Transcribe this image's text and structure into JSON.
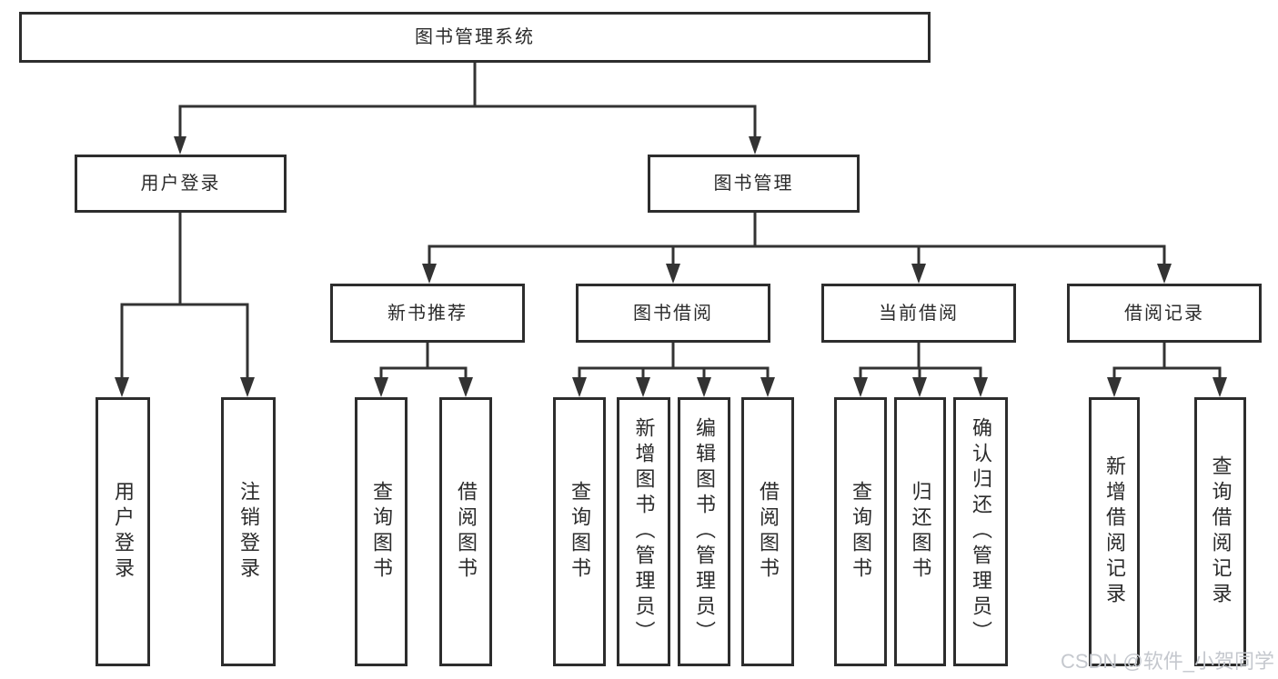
{
  "tree": {
    "root": "图书管理系统",
    "level2": [
      "用户登录",
      "图书管理"
    ],
    "level3": [
      "新书推荐",
      "图书借阅",
      "当前借阅",
      "借阅记录"
    ],
    "leaves": [
      [
        "用户登录",
        "注销登录"
      ],
      [
        "查询图书",
        "借阅图书"
      ],
      [
        "查询图书",
        "新增图书（管理员）",
        "编辑图书（管理员）",
        "借阅图书"
      ],
      [
        "查询图书",
        "归还图书",
        "确认归还（管理员）"
      ],
      [
        "新增借阅记录",
        "查询借阅记录"
      ]
    ]
  },
  "watermark": "CSDN @软件_小贺同学",
  "colors": {
    "line": "#333333",
    "box_border": "#2d2d2d",
    "text": "#2b2b2b",
    "watermark": "#c5c8ce",
    "background": "#ffffff"
  }
}
